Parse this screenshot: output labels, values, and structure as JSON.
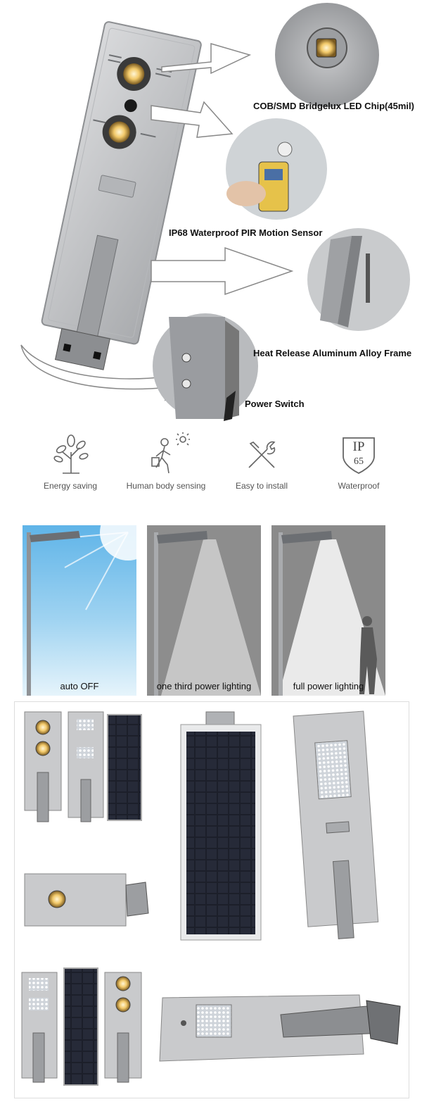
{
  "callouts": {
    "led_chip": "COB/SMD Bridgelux LED Chip(45mil)",
    "pir_sensor": "IP68 Waterproof PIR Motion Sensor",
    "frame": "Heat Release Aluminum Alloy Frame",
    "switch": "Power Switch"
  },
  "features": [
    {
      "label": "Energy saving",
      "icon": "tree-icon"
    },
    {
      "label": "Human body sensing",
      "icon": "walking-person-icon"
    },
    {
      "label": "Easy to install",
      "icon": "tools-icon"
    },
    {
      "label": "Waterproof",
      "icon": "ip65-shield-icon",
      "badge_top": "IP",
      "badge_bottom": "65"
    }
  ],
  "modes": [
    {
      "label": "auto OFF"
    },
    {
      "label": "one third power lighting"
    },
    {
      "label": "full power lighting"
    }
  ],
  "colors": {
    "sky_top": "#5fb4e8",
    "sky_bottom": "#e6f4fb",
    "panel_gray": "#8a8a8a",
    "aluminum": "#c9cacc",
    "solar_cell": "#1c1f2a"
  }
}
